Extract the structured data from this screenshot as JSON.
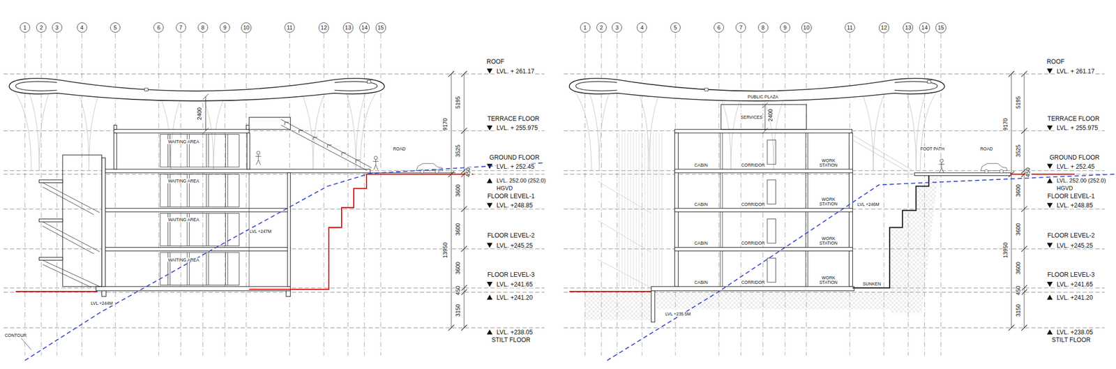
{
  "diagram": {
    "nodes": [
      {
        "text": [
          "1"
        ]
      },
      {
        "text": [
          "2"
        ]
      },
      {
        "text": [
          "3"
        ]
      },
      {
        "text": [
          "4"
        ]
      },
      {
        "text": [
          "5"
        ]
      },
      {
        "text": [
          "6"
        ]
      },
      {
        "text": [
          "7"
        ]
      },
      {
        "text": [
          "8"
        ]
      },
      {
        "text": [
          "9"
        ]
      },
      {
        "text": [
          "10"
        ]
      },
      {
        "text": [
          "11"
        ]
      },
      {
        "text": [
          "12"
        ]
      },
      {
        "text": [
          "13"
        ]
      },
      {
        "text": [
          "14"
        ]
      },
      {
        "text": [
          "15"
        ]
      },
      {
        "text": [
          "1"
        ]
      },
      {
        "text": [
          "2"
        ]
      },
      {
        "text": [
          "3"
        ]
      },
      {
        "text": [
          "4"
        ]
      },
      {
        "text": [
          "5"
        ]
      },
      {
        "text": [
          "6"
        ]
      },
      {
        "text": [
          "7"
        ]
      },
      {
        "text": [
          "8"
        ]
      },
      {
        "text": [
          "9"
        ]
      },
      {
        "text": [
          "10"
        ]
      },
      {
        "text": [
          "11"
        ]
      },
      {
        "text": [
          "12"
        ]
      },
      {
        "text": [
          "13"
        ]
      },
      {
        "text": [
          "14"
        ]
      },
      {
        "text": [
          "15"
        ]
      }
    ],
    "labels": [
      "ROOF",
      "LVL. + 261.17",
      "TERRACE FLOOR",
      "LVL. + 255.975",
      "GROUND FLOOR",
      "LVL. + 252.45",
      "LVL. 252.00 (252.0)",
      "HGVD",
      "FLOOR LEVEL-1",
      "LVL. +248.85",
      "FLOOR LEVEL-2",
      "LVL. +245.25",
      "FLOOR LEVEL-3",
      "LVL. +241.65",
      "LVL. +241.20",
      "LVL. +238.05",
      "STILT FLOOR",
      "5195",
      "9170",
      "3525",
      "450",
      "3600",
      "3600",
      "13950",
      "3600",
      "450",
      "3150",
      "2400",
      "WAITING AREA",
      "WAITING AREA",
      "WAITING AREA",
      "WAITING AREA",
      "ROAD",
      "LVL +247M",
      "LVL +244M",
      "CONTOUR",
      "ROOF",
      "LVL. + 261.17",
      "TERRACE FLOOR",
      "LVL. + 255.975",
      "GROUND FLOOR",
      "LVL. + 252.45",
      "LVL. 252.00 (252.0)",
      "HGVD",
      "FLOOR LEVEL-1",
      "LVL. +248.85",
      "FLOOR LEVEL-2",
      "LVL. +245.25",
      "FLOOR LEVEL-3",
      "LVL. +241.65",
      "LVL. +241.20",
      "LVL. +238.05",
      "STILT FLOOR",
      "5195",
      "9170",
      "3525",
      "450",
      "3600",
      "3600",
      "13950",
      "3600",
      "450",
      "3150",
      "PUBLIC PLAZA",
      "SERVICES",
      "2400",
      "CABIN",
      "CORRIDOR",
      "WORK STATION",
      "CABIN",
      "CORRIDOR",
      "WORK STATION",
      "CABIN",
      "CORRIDOR",
      "WORK STATION",
      "CABIN",
      "CORRIDOR",
      "WORK STATION",
      "FOOT PATH",
      "ROAD",
      "LVL +246M",
      "SUNKEN",
      "LVL +235.5M"
    ]
  }
}
